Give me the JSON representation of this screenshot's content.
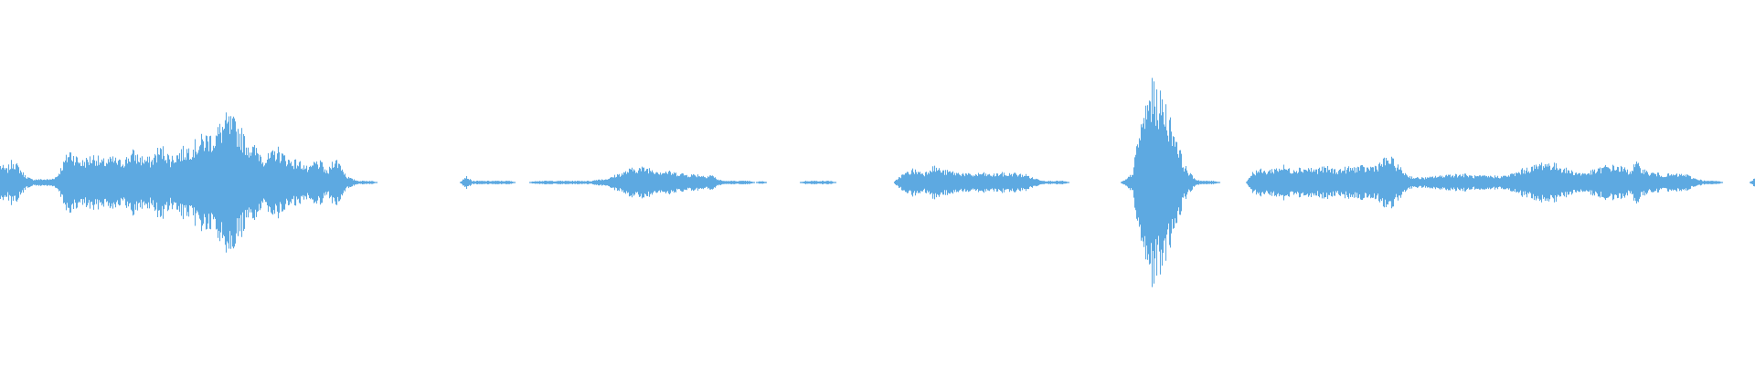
{
  "waveform": {
    "color": "#5DA9E1",
    "background": "#FFFFFF",
    "envelope": [
      0.11,
      0.08,
      0.14,
      0.09,
      0.04,
      0.02,
      0.02,
      0.02,
      0.02,
      0.04,
      0.12,
      0.2,
      0.16,
      0.13,
      0.15,
      0.17,
      0.13,
      0.14,
      0.15,
      0.13,
      0.15,
      0.19,
      0.16,
      0.15,
      0.14,
      0.2,
      0.21,
      0.15,
      0.18,
      0.2,
      0.22,
      0.24,
      0.27,
      0.29,
      0.29,
      0.35,
      0.39,
      0.37,
      0.33,
      0.26,
      0.22,
      0.2,
      0.15,
      0.17,
      0.21,
      0.17,
      0.14,
      0.13,
      0.12,
      0.08,
      0.13,
      0.12,
      0.06,
      0.15,
      0.12,
      0.04,
      0.02,
      0.01,
      0.01,
      0.01,
      0.0,
      0.0,
      0.0,
      0.0,
      0.0,
      0.0,
      0.0,
      0.0,
      0.0,
      0.0,
      0.0,
      0.0,
      0.0,
      0.0,
      0.04,
      0.01,
      0.01,
      0.01,
      0.01,
      0.01,
      0.01,
      0.01,
      0.0,
      0.0,
      0.0,
      0.01,
      0.01,
      0.01,
      0.01,
      0.01,
      0.01,
      0.01,
      0.01,
      0.01,
      0.01,
      0.02,
      0.02,
      0.03,
      0.05,
      0.06,
      0.08,
      0.09,
      0.09,
      0.09,
      0.08,
      0.07,
      0.07,
      0.06,
      0.06,
      0.05,
      0.05,
      0.05,
      0.04,
      0.05,
      0.02,
      0.01,
      0.01,
      0.01,
      0.01,
      0.01,
      0.0,
      0.01,
      0.0,
      0.0,
      0.0,
      0.0,
      0.0,
      0.0,
      0.01,
      0.01,
      0.01,
      0.01,
      0.01,
      0.0,
      0.0,
      0.0,
      0.0,
      0.0,
      0.0,
      0.0,
      0.0,
      0.0,
      0.0,
      0.04,
      0.06,
      0.08,
      0.07,
      0.06,
      0.1,
      0.09,
      0.07,
      0.07,
      0.06,
      0.06,
      0.05,
      0.05,
      0.06,
      0.05,
      0.05,
      0.06,
      0.05,
      0.06,
      0.05,
      0.05,
      0.03,
      0.02,
      0.01,
      0.01,
      0.01,
      0.01,
      0.0,
      0.0,
      0.0,
      0.0,
      0.0,
      0.0,
      0.0,
      0.0,
      0.0,
      0.02,
      0.06,
      0.3,
      0.45,
      0.58,
      0.52,
      0.49,
      0.37,
      0.28,
      0.12,
      0.06,
      0.02,
      0.01,
      0.01,
      0.01,
      0.0,
      0.0,
      0.0,
      0.0,
      0.0,
      0.06,
      0.08,
      0.07,
      0.08,
      0.09,
      0.1,
      0.08,
      0.09,
      0.09,
      0.09,
      0.08,
      0.09,
      0.09,
      0.08,
      0.08,
      0.09,
      0.09,
      0.1,
      0.09,
      0.1,
      0.11,
      0.14,
      0.15,
      0.11,
      0.07,
      0.04,
      0.03,
      0.03,
      0.03,
      0.04,
      0.04,
      0.05,
      0.05,
      0.05,
      0.05,
      0.04,
      0.04,
      0.04,
      0.04,
      0.04,
      0.04,
      0.05,
      0.06,
      0.08,
      0.09,
      0.1,
      0.12,
      0.12,
      0.11,
      0.1,
      0.08,
      0.07,
      0.06,
      0.06,
      0.07,
      0.08,
      0.1,
      0.1,
      0.1,
      0.09,
      0.07,
      0.12,
      0.09,
      0.06,
      0.06,
      0.05,
      0.05,
      0.05,
      0.05,
      0.05,
      0.03,
      0.02,
      0.01,
      0.01,
      0.01,
      0.0,
      0.0,
      0.0,
      0.0,
      0.0,
      0.03
    ]
  }
}
